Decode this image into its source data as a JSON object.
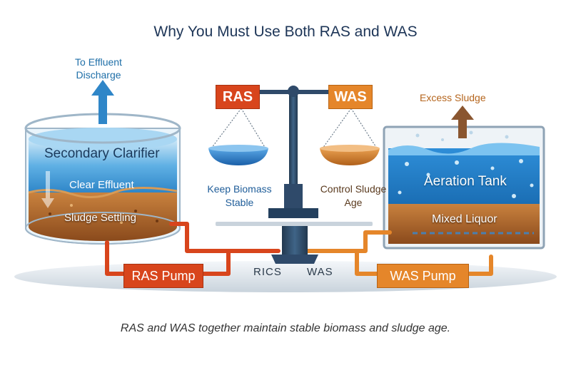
{
  "title": "Why You Must Use Both RAS and WAS",
  "clarifier": {
    "effluent_label": "To Effluent Discharge",
    "title": "Secondary Clarifier",
    "clear_effluent": "Clear Effluent",
    "sludge_settling": "Sludge Settling"
  },
  "balance": {
    "ras_label": "RAS",
    "was_label": "WAS",
    "ras_role": "Keep Biomass Stable",
    "was_role": "Control Sludge Age",
    "base_ras": "RICS",
    "base_was": "WAS"
  },
  "aeration": {
    "excess_label": "Excess Sludge",
    "title": "Aeration Tank",
    "mixed_liquor": "Mixed Liquor"
  },
  "pumps": {
    "ras_pump": "RAS Pump",
    "was_pump": "WAS Pump"
  },
  "caption": "RAS and WAS together maintain stable biomass and sludge age.",
  "colors": {
    "ras": "#d8451c",
    "was": "#e5862a",
    "water": "#3a8fd0",
    "sludge": "#b8672a",
    "steel": "#2f4a6a"
  }
}
